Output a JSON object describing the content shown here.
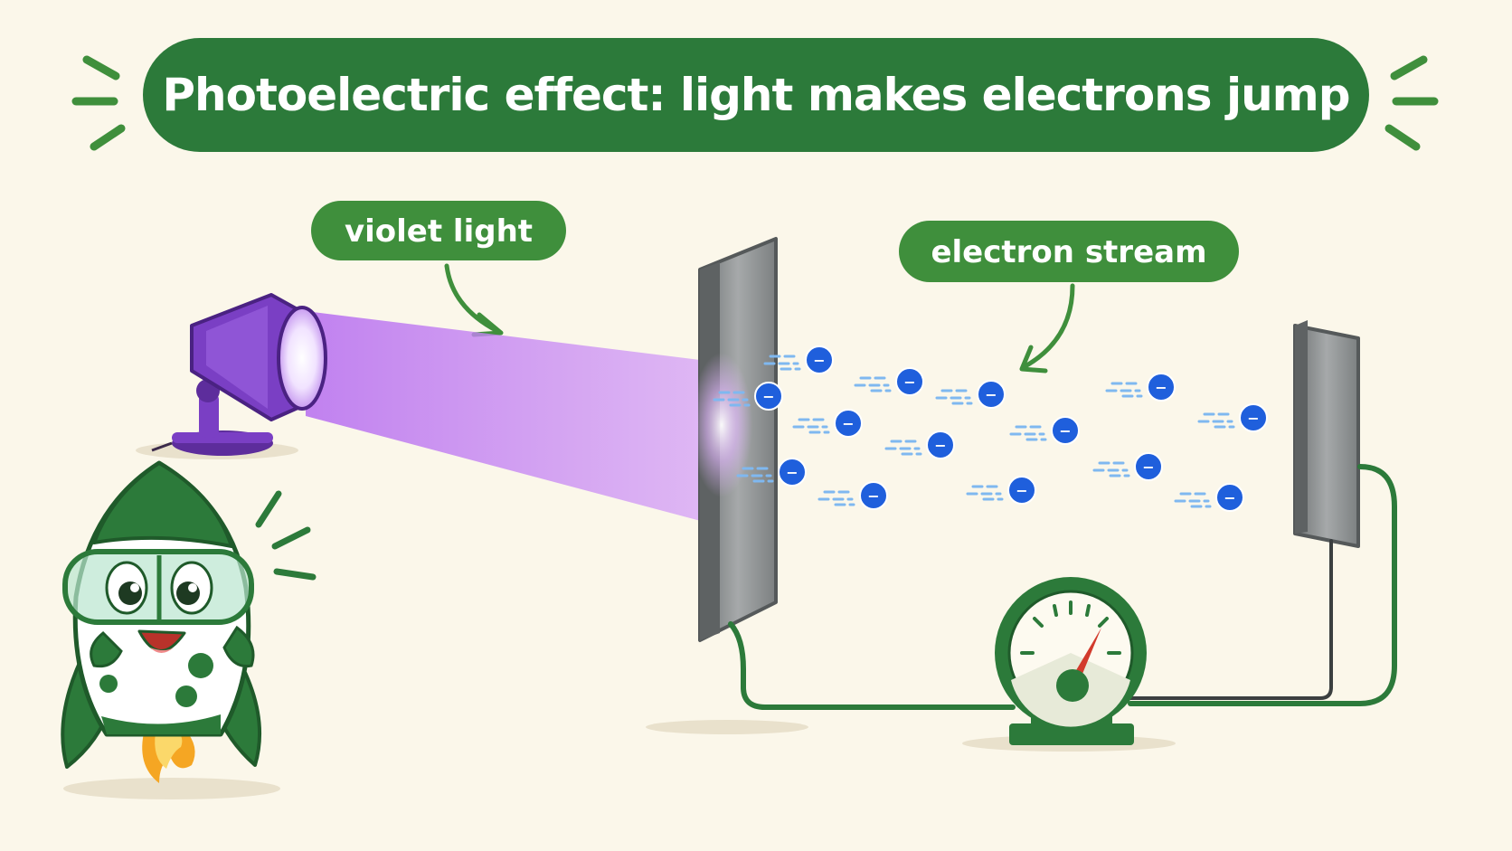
{
  "title": "Photoelectric effect: light makes electrons jump",
  "labels": {
    "light": "violet light",
    "electrons": "electron stream"
  },
  "electron_symbol": "−",
  "colors": {
    "background": "#fbf7ea",
    "green_dark": "#2c7a3a",
    "green_label": "#3f8f3c",
    "violet": "#7a3fc4",
    "beam": "#c07af0",
    "electron": "#1f5fdc",
    "needle": "#d23a2c",
    "plate": "#8a8d8e"
  },
  "icons": [
    "lamp-icon",
    "rocket-mascot-icon",
    "gauge-icon"
  ]
}
